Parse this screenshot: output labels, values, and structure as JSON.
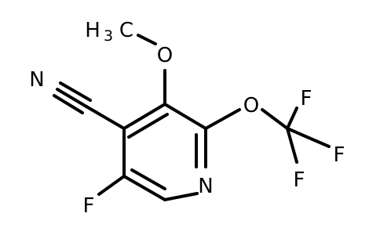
{
  "molecule": {
    "atom_labels": {
      "methyl_c": "C",
      "methyl_h": "H",
      "methyl_sub": "3",
      "methoxy_o": "O",
      "nitrile_n": "N",
      "ether_o": "O",
      "ring_n": "N",
      "fluoro_ring": "F",
      "cf3_f_top": "F",
      "cf3_f_right": "F",
      "cf3_f_bottom": "F"
    },
    "colors": {
      "carbon": "#000000",
      "oxygen": "#ff0d0d",
      "nitrogen": "#3050f8",
      "fluorine": "#90e050",
      "background": "#ffffff"
    }
  }
}
